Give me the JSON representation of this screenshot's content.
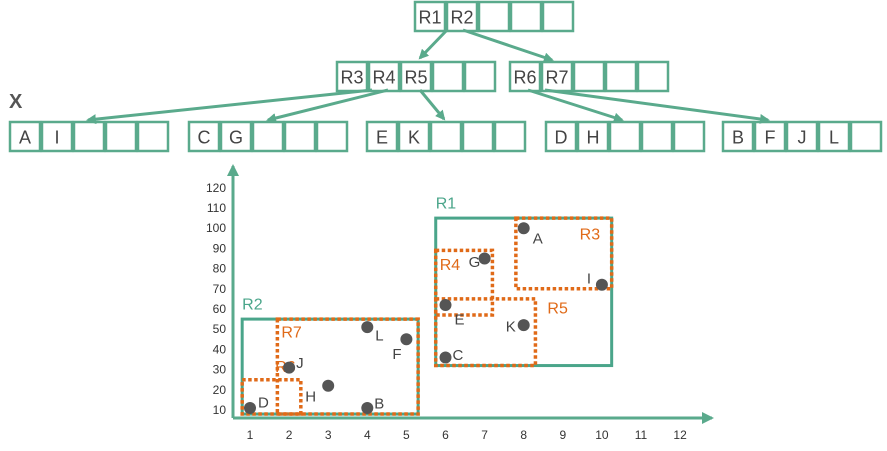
{
  "colors": {
    "tree": "#5aaa8c",
    "region_parent": "#4aa58a",
    "region_child": "#e06a18",
    "point": "#555555",
    "text": "#444444"
  },
  "tree": {
    "root": {
      "entries": [
        "R1",
        "R2",
        "",
        "",
        ""
      ]
    },
    "level1": [
      {
        "entries": [
          "R3",
          "R4",
          "R5",
          "",
          ""
        ]
      },
      {
        "entries": [
          "R6",
          "R7",
          "",
          "",
          ""
        ]
      }
    ],
    "leaves": [
      {
        "entries": [
          "A",
          "I",
          "",
          "",
          ""
        ]
      },
      {
        "entries": [
          "C",
          "G",
          "",
          "",
          ""
        ]
      },
      {
        "entries": [
          "E",
          "K",
          "",
          "",
          ""
        ]
      },
      {
        "entries": [
          "D",
          "H",
          "",
          "",
          ""
        ]
      },
      {
        "entries": [
          "B",
          "F",
          "J",
          "L",
          ""
        ]
      }
    ],
    "x_marker": "X"
  },
  "plot": {
    "x_ticks": [
      "1",
      "2",
      "3",
      "4",
      "5",
      "6",
      "7",
      "8",
      "9",
      "10",
      "11",
      "12"
    ],
    "y_ticks": [
      "10",
      "20",
      "30",
      "40",
      "50",
      "60",
      "70",
      "80",
      "90",
      "100",
      "110",
      "120"
    ],
    "points": [
      {
        "label": "A",
        "x": 8,
        "y": 100
      },
      {
        "label": "I",
        "x": 10,
        "y": 72
      },
      {
        "label": "G",
        "x": 7,
        "y": 85
      },
      {
        "label": "E",
        "x": 6,
        "y": 62
      },
      {
        "label": "K",
        "x": 8,
        "y": 52
      },
      {
        "label": "C",
        "x": 6,
        "y": 36
      },
      {
        "label": "L",
        "x": 4,
        "y": 51
      },
      {
        "label": "F",
        "x": 5,
        "y": 45
      },
      {
        "label": "J",
        "x": 2,
        "y": 31
      },
      {
        "label": "H",
        "x": 3,
        "y": 22
      },
      {
        "label": "D",
        "x": 1,
        "y": 11
      },
      {
        "label": "B",
        "x": 4,
        "y": 11
      }
    ],
    "regions": [
      {
        "label": "R1",
        "kind": "parent",
        "x1": 5.75,
        "y1": 32,
        "x2": 10.25,
        "y2": 105
      },
      {
        "label": "R2",
        "kind": "parent",
        "x1": 0.8,
        "y1": 8,
        "x2": 5.3,
        "y2": 55
      },
      {
        "label": "R3",
        "kind": "child",
        "x1": 7.8,
        "y1": 70,
        "x2": 10.25,
        "y2": 105
      },
      {
        "label": "R4",
        "kind": "child",
        "x1": 5.75,
        "y1": 57,
        "x2": 7.2,
        "y2": 89
      },
      {
        "label": "R5",
        "kind": "child",
        "x1": 5.75,
        "y1": 32,
        "x2": 8.3,
        "y2": 65
      },
      {
        "label": "R6",
        "kind": "child",
        "x1": 0.8,
        "y1": 8,
        "x2": 2.3,
        "y2": 25
      },
      {
        "label": "R7",
        "kind": "child",
        "x1": 1.7,
        "y1": 8,
        "x2": 5.3,
        "y2": 55
      }
    ]
  }
}
